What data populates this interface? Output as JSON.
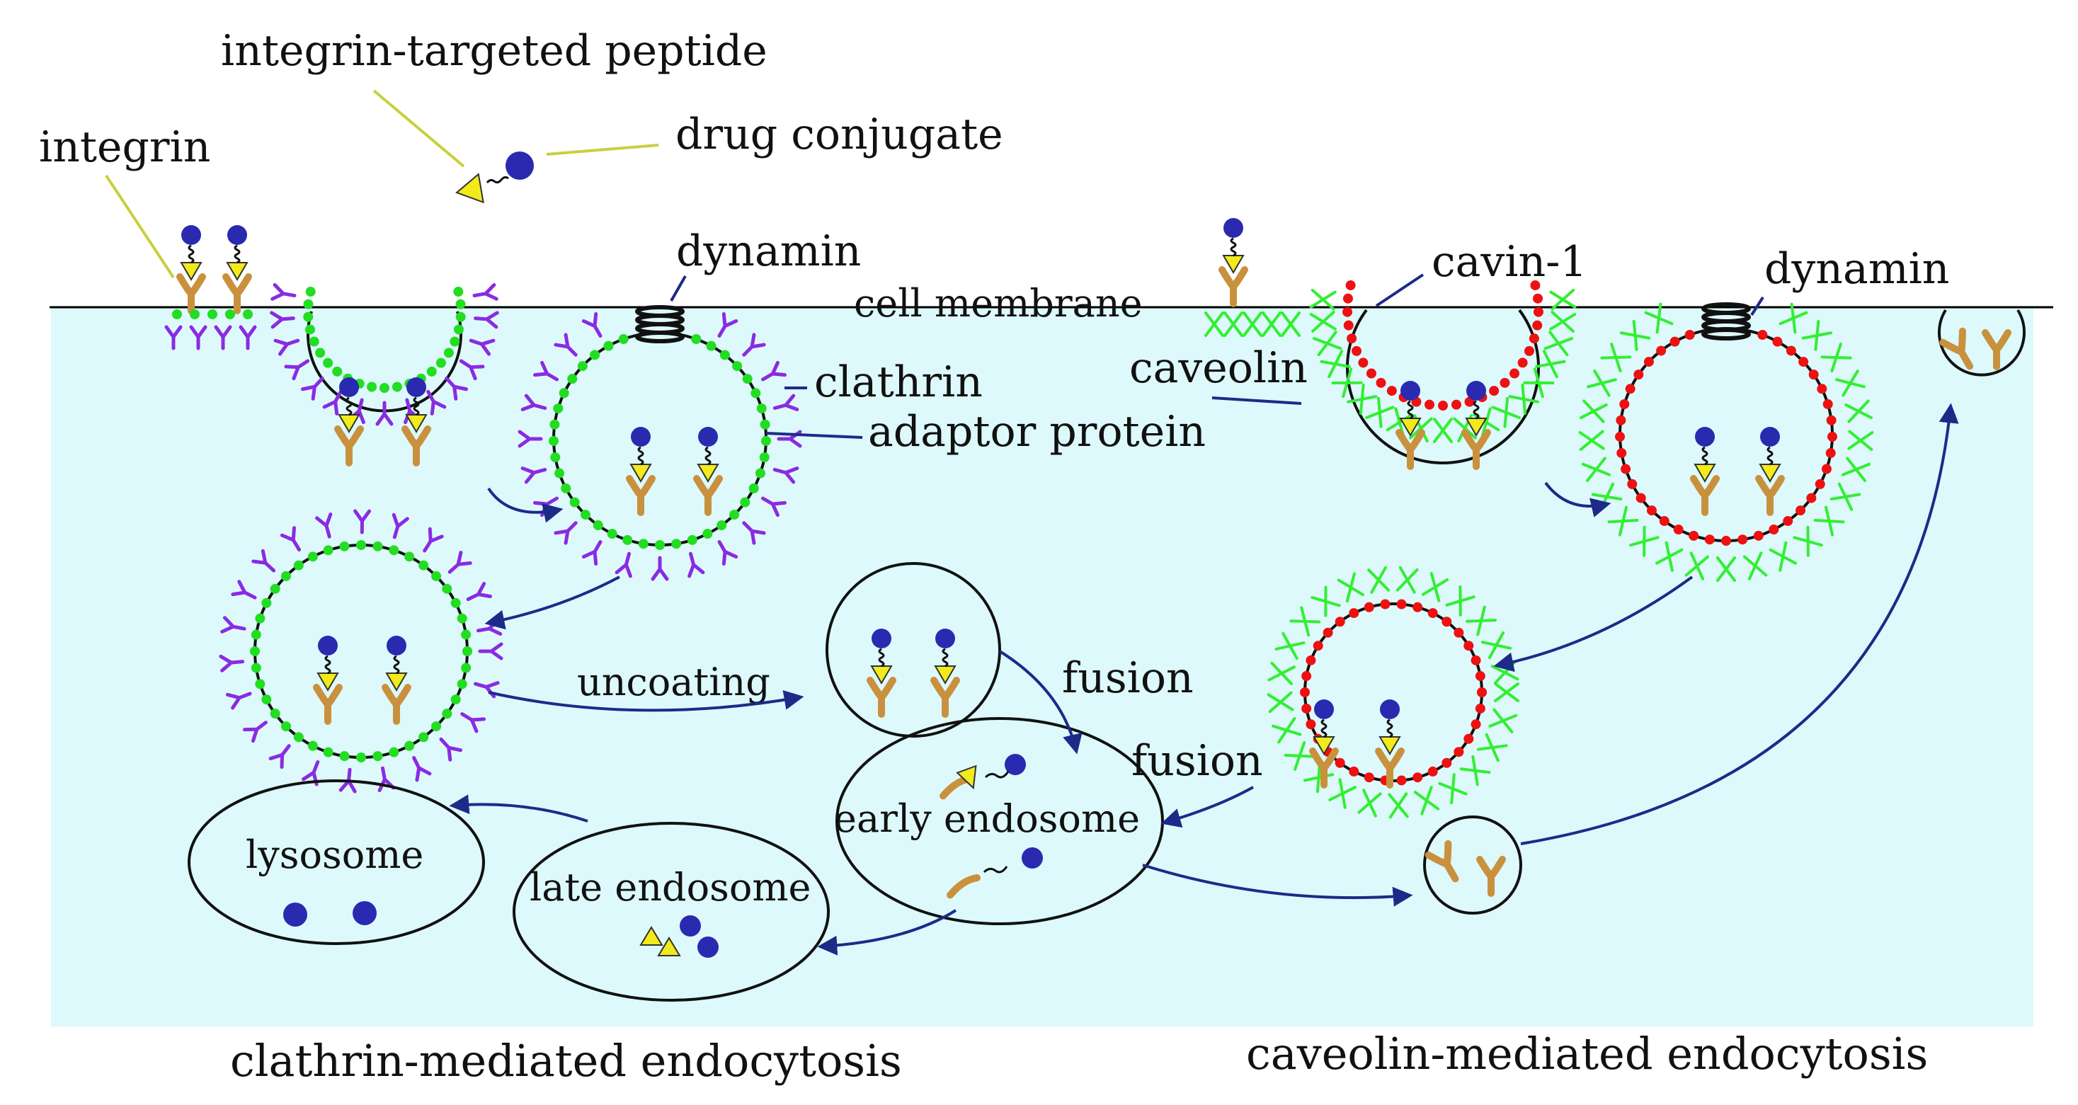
{
  "labels": {
    "integrin_targeted_peptide": "integrin-targeted peptide",
    "drug_conjugate": "drug conjugate",
    "integrin": "integrin",
    "dynamin_1": "dynamin",
    "cell_membrane": "cell membrane",
    "clathrin": "clathrin",
    "adaptor_protein": "adaptor protein",
    "cavin_1": "cavin-1",
    "caveolin": "caveolin",
    "dynamin_2": "dynamin",
    "uncoating": "uncoating",
    "fusion_1": "fusion",
    "fusion_2": "fusion",
    "early_endosome": "early endosome",
    "late_endosome": "late endosome",
    "lysosome": "lysosome"
  },
  "captions": {
    "clathrin_pathway": "clathrin-mediated endocytosis",
    "caveolin_pathway": "caveolin-mediated endocytosis"
  },
  "colors": {
    "cytoplasm": "#ddf9fb",
    "membrane": "#000000",
    "drug": "#2a2ab0",
    "peptide": "#f2ea1a",
    "integrin": "#c9913d",
    "clathrin": "#8a2be2",
    "adaptor_protein": "#22dd22",
    "caveolin": "#33ee33",
    "cavin": "#ee1111",
    "arrow": "#1e2a88",
    "leader_line_yellow": "#c8d03c",
    "leader_line_blue": "#1e2a88"
  }
}
